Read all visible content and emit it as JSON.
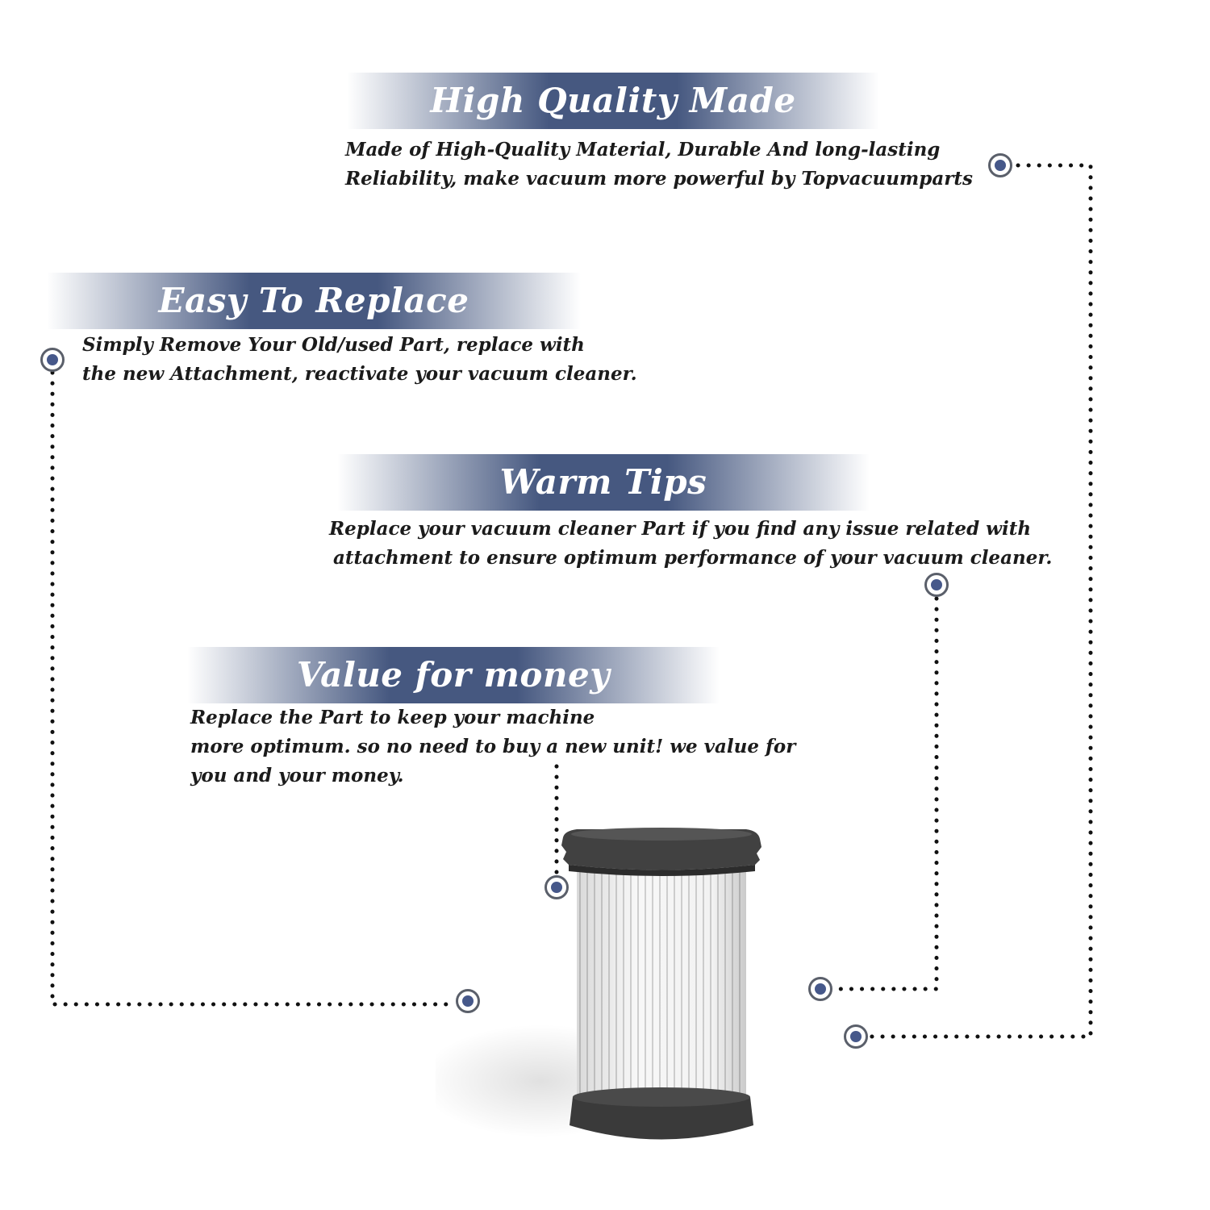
{
  "sections": [
    {
      "title": "High Quality Made",
      "lines": [
        "Made of  High-Quality Material, Durable And long-lasting",
        "Reliability, make vacuum more powerful by Topvacuumparts"
      ]
    },
    {
      "title": "Easy To Replace",
      "lines": [
        "Simply Remove Your Old/used Part, replace with",
        "the new Attachment, reactivate your vacuum cleaner."
      ]
    },
    {
      "title": "Warm Tips",
      "lines": [
        "Replace your vacuum cleaner Part if you find any issue related with",
        "attachment to ensure optimum performance of your vacuum cleaner."
      ]
    },
    {
      "title": "Value for money",
      "lines": [
        "Replace the Part to keep your machine",
        "more optimum. so no need to buy a new unit! we value for",
        "you and your money."
      ]
    }
  ],
  "colors": {
    "banner": "#465880",
    "marker_dot": "#46588a",
    "text": "#1b1b1b"
  },
  "product": {
    "icon": "vacuum-filter-cartridge"
  }
}
